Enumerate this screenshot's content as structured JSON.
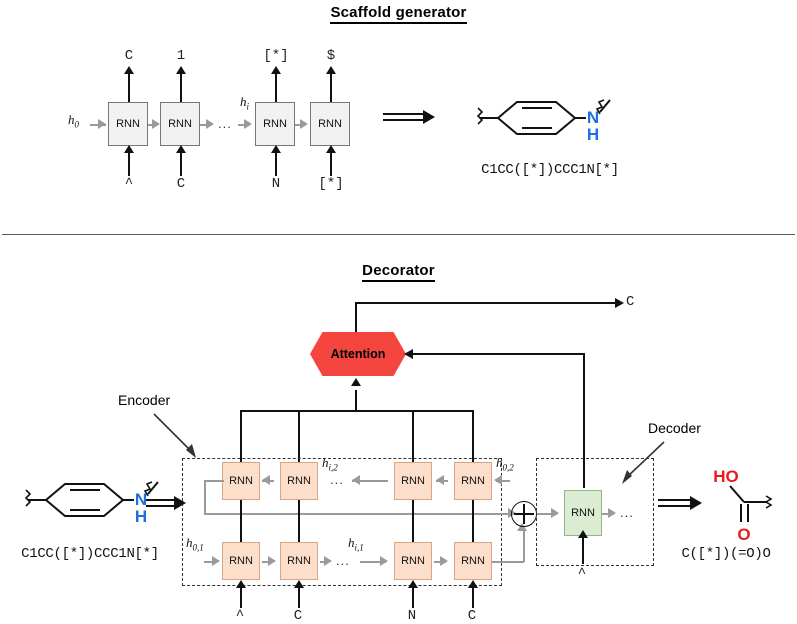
{
  "figure": {
    "panels": [
      {
        "id": "scaffold",
        "title": "Scaffold generator",
        "initial_state_label": "h0",
        "mid_state_label": "hi",
        "cell_label": "RNN",
        "ellipsis": "...",
        "outputs": [
          "C",
          "1",
          "[*]",
          "$"
        ],
        "inputs": [
          "^",
          "C",
          "N",
          "[*]"
        ],
        "result_smiles": "C1CC([*])CCC1N[*]",
        "atom_label": "N",
        "atom_h_label": "H"
      },
      {
        "id": "decorator",
        "title": "Decorator",
        "cell_label": "RNN",
        "ellipsis": "...",
        "attention_label": "Attention",
        "attention_output": "C",
        "encoder_label": "Encoder",
        "decoder_label": "Decoder",
        "encoder_inputs": [
          "^",
          "C",
          "N",
          "C"
        ],
        "decoder_input": "^",
        "hidden_labels": {
          "forward_initial": "h0,1",
          "forward_mid": "hi,1",
          "backward_initial": "h0,2",
          "backward_mid": "hi,2"
        },
        "input_smiles": "C1CC([*])CCC1N[*]",
        "input_atom_label": "N",
        "input_atom_h_label": "H",
        "output_smiles": "C([*])(=O)O",
        "output_atoms": [
          "HO",
          "O"
        ]
      }
    ]
  },
  "colors": {
    "attention_red": "#f4453f",
    "encoder_cell": "#fbdfcb",
    "decoder_cell": "#dcecd2",
    "scaffold_cell": "#f2f2f2",
    "nitrogen_blue": "#1f6fe0",
    "oxygen_red": "#e81c1c"
  }
}
